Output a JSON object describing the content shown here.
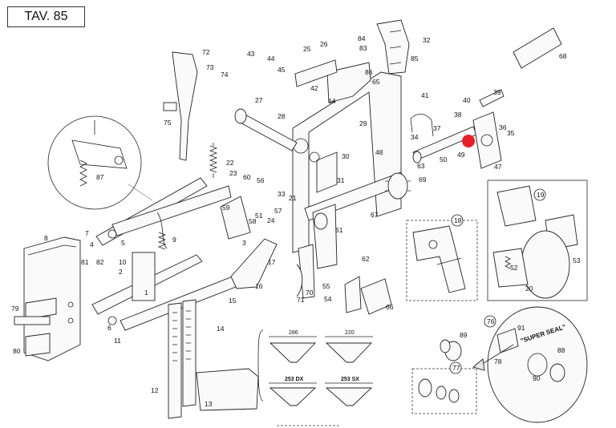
{
  "table_label": "TAV. 85",
  "callouts": [
    "1",
    "2",
    "3",
    "4",
    "5",
    "6",
    "7",
    "8",
    "9",
    "10",
    "11",
    "12",
    "13",
    "14",
    "15",
    "16",
    "17",
    "18",
    "19",
    "20",
    "21",
    "22",
    "23",
    "24",
    "25",
    "26",
    "27",
    "28",
    "29",
    "30",
    "31",
    "32",
    "33",
    "34",
    "35",
    "36",
    "37",
    "38",
    "39",
    "40",
    "41",
    "42",
    "43",
    "44",
    "45",
    "47",
    "48",
    "49",
    "50",
    "51",
    "52",
    "53",
    "54",
    "55",
    "56",
    "57",
    "58",
    "59",
    "60",
    "61",
    "62",
    "63",
    "64",
    "65",
    "66",
    "67",
    "68",
    "69",
    "70",
    "71",
    "72",
    "73",
    "74",
    "75",
    "76",
    "77",
    "78",
    "79",
    "80",
    "81",
    "82",
    "83",
    "84",
    "85",
    "86",
    "87",
    "88",
    "89",
    "90",
    "91"
  ],
  "circled_callouts": [
    "18",
    "19",
    "76",
    "77"
  ],
  "disc_label": "\"SUPER SEAL\"",
  "profile_dims": {
    "top_left": "286",
    "top_right": "220",
    "bottom_left": "253 DX",
    "bottom_right": "253 SX"
  },
  "marker_color": "#e8202a"
}
